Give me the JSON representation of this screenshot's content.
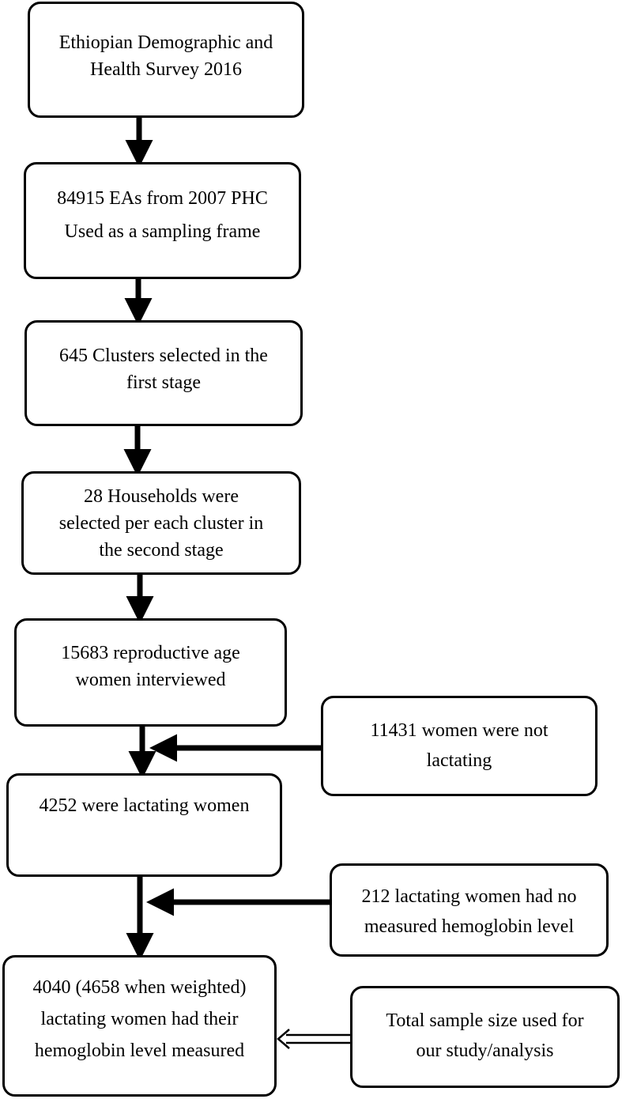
{
  "boxes": {
    "survey": [
      "Ethiopian Demographic and",
      "Health Survey 2016"
    ],
    "eas": [
      "84915 EAs from 2007 PHC",
      "Used as a sampling frame"
    ],
    "clusters": [
      "645 Clusters selected in the",
      "first stage"
    ],
    "households": [
      "28 Households were",
      "selected per each cluster in",
      "the second stage"
    ],
    "women": [
      "15683 reproductive age",
      "women interviewed"
    ],
    "not_lactating": [
      "11431 women were not",
      "lactating"
    ],
    "lactating": [
      "4252 were lactating women"
    ],
    "no_hemoglobin": [
      "212 lactating women had no",
      "measured hemoglobin level"
    ],
    "measured": [
      "4040 (4658 when weighted)",
      "lactating women had their",
      "hemoglobin level measured"
    ],
    "total_sample": [
      "Total sample size used for",
      "our study/analysis"
    ]
  }
}
